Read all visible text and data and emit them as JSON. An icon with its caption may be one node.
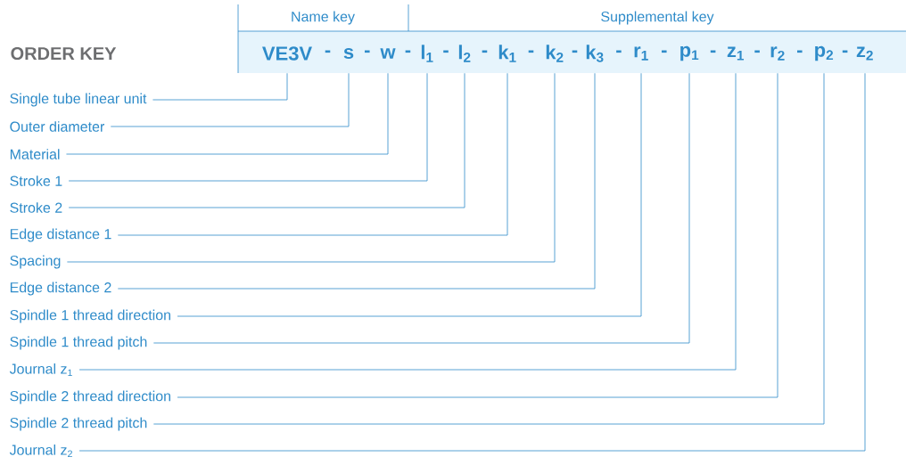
{
  "diagram": {
    "nodes": [
      {
        "text": [
          "VE3V"
        ]
      },
      {
        "text": [
          "s"
        ]
      },
      {
        "text": [
          "w"
        ]
      },
      {
        "text": [
          "l$_{1}$"
        ]
      },
      {
        "text": [
          "l$_{2}$"
        ]
      },
      {
        "text": [
          "k$_{1}$"
        ]
      },
      {
        "text": [
          "k$_{2}$"
        ]
      },
      {
        "text": [
          "k$_{3}$"
        ]
      },
      {
        "text": [
          "r$_{1}$"
        ]
      },
      {
        "text": [
          "p$_{1}$"
        ]
      },
      {
        "text": [
          "z$_{1}$"
        ]
      },
      {
        "text": [
          "r$_{2}$"
        ]
      },
      {
        "text": [
          "p$_{2}$"
        ]
      },
      {
        "text": [
          "z$_{2}$"
        ]
      },
      {
        "text": [
          "Single tube linear unit"
        ]
      },
      {
        "text": [
          "Outer diameter"
        ]
      },
      {
        "text": [
          "Material"
        ]
      },
      {
        "text": [
          "Stroke 1"
        ]
      },
      {
        "text": [
          "Stroke 2"
        ]
      },
      {
        "text": [
          "Edge distance 1"
        ]
      },
      {
        "text": [
          "Spacing"
        ]
      },
      {
        "text": [
          "Edge distance 2"
        ]
      },
      {
        "text": [
          "Spindle 1 thread direction"
        ]
      },
      {
        "text": [
          "Spindle 1 thread pitch"
        ]
      },
      {
        "text": [
          "Journal z$_{1}$"
        ]
      },
      {
        "text": [
          "Spindle 2 thread direction"
        ]
      },
      {
        "text": [
          "Spindle 2 thread pitch"
        ]
      },
      {
        "text": [
          "Journal z$_{2}$"
        ]
      }
    ],
    "edges": [
      {
        "from": 14,
        "to": 0,
        "arrow": "none"
      },
      {
        "from": 15,
        "to": 1,
        "arrow": "none"
      },
      {
        "from": 16,
        "to": 2,
        "arrow": "none"
      },
      {
        "from": 17,
        "to": 3,
        "arrow": "none"
      },
      {
        "from": 18,
        "to": 4,
        "arrow": "none"
      },
      {
        "from": 19,
        "to": 5,
        "arrow": "none"
      },
      {
        "from": 20,
        "to": 6,
        "arrow": "none"
      },
      {
        "from": 21,
        "to": 7,
        "arrow": "none"
      },
      {
        "from": 22,
        "to": 8,
        "arrow": "none"
      },
      {
        "from": 23,
        "to": 9,
        "arrow": "none"
      },
      {
        "from": 24,
        "to": 10,
        "arrow": "none"
      },
      {
        "from": 25,
        "to": 11,
        "arrow": "none"
      },
      {
        "from": 26,
        "to": 12,
        "arrow": "none"
      },
      {
        "from": 27,
        "to": 13,
        "arrow": "none"
      }
    ],
    "labels": [
      "Name key",
      "Supplemental key",
      "ORDER KEY",
      "-",
      "-",
      "-",
      "-",
      "-",
      "-",
      "-",
      "-",
      "-",
      "-",
      "-",
      "-",
      "-"
    ]
  }
}
